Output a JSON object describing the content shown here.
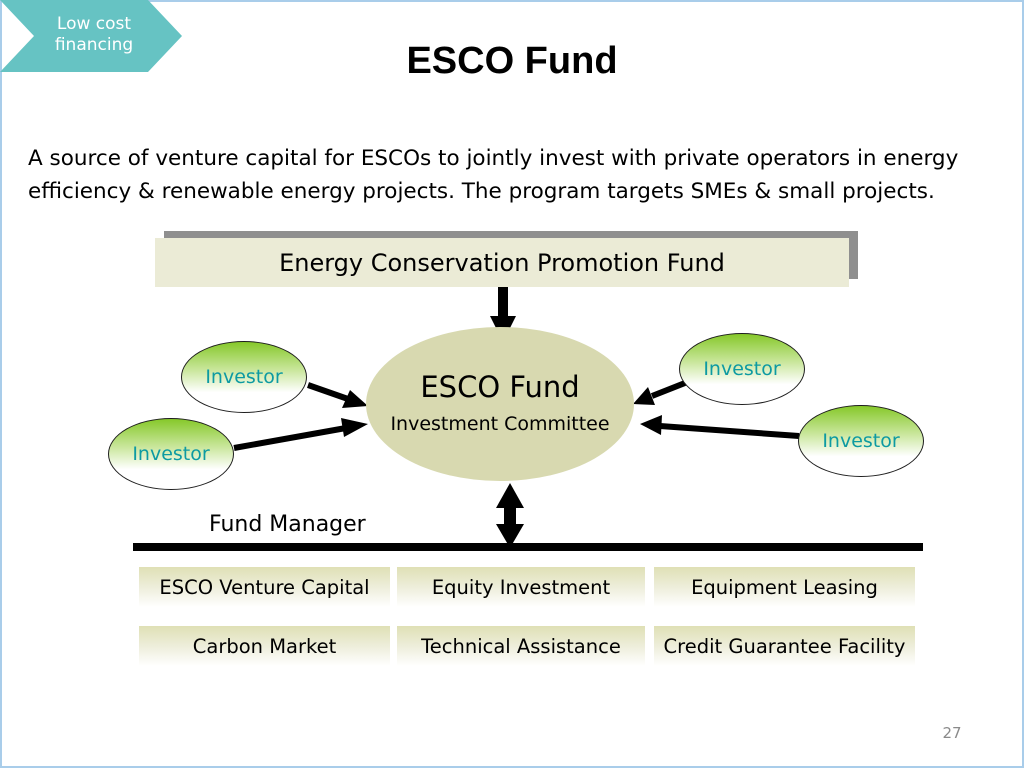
{
  "badge": {
    "label": "Low cost financing",
    "color": "#66c3c3"
  },
  "slide": {
    "title": "ESCO Fund",
    "description": "A source of venture capital for ESCOs to jointly invest with private operators in energy efficiency & renewable energy projects. The program targets SMEs & small projects.",
    "page_number": "27"
  },
  "diagram": {
    "top_fund": "Energy Conservation Promotion Fund",
    "center": {
      "name": "ESCO Fund",
      "subtitle": "Investment Committee"
    },
    "investors": [
      "Investor",
      "Investor",
      "Investor",
      "Investor"
    ],
    "fund_manager": "Fund Manager",
    "instruments": [
      "ESCO Venture Capital",
      "Equity Investment",
      "Equipment Leasing",
      "Carbon Market",
      "Technical Assistance",
      "Credit Guarantee Facility"
    ]
  },
  "colors": {
    "frame": "#a9cdea",
    "investor_text": "#0d9aa2",
    "center_fill": "#d8d9b0",
    "top_fund_fill": "#ebebd6"
  }
}
